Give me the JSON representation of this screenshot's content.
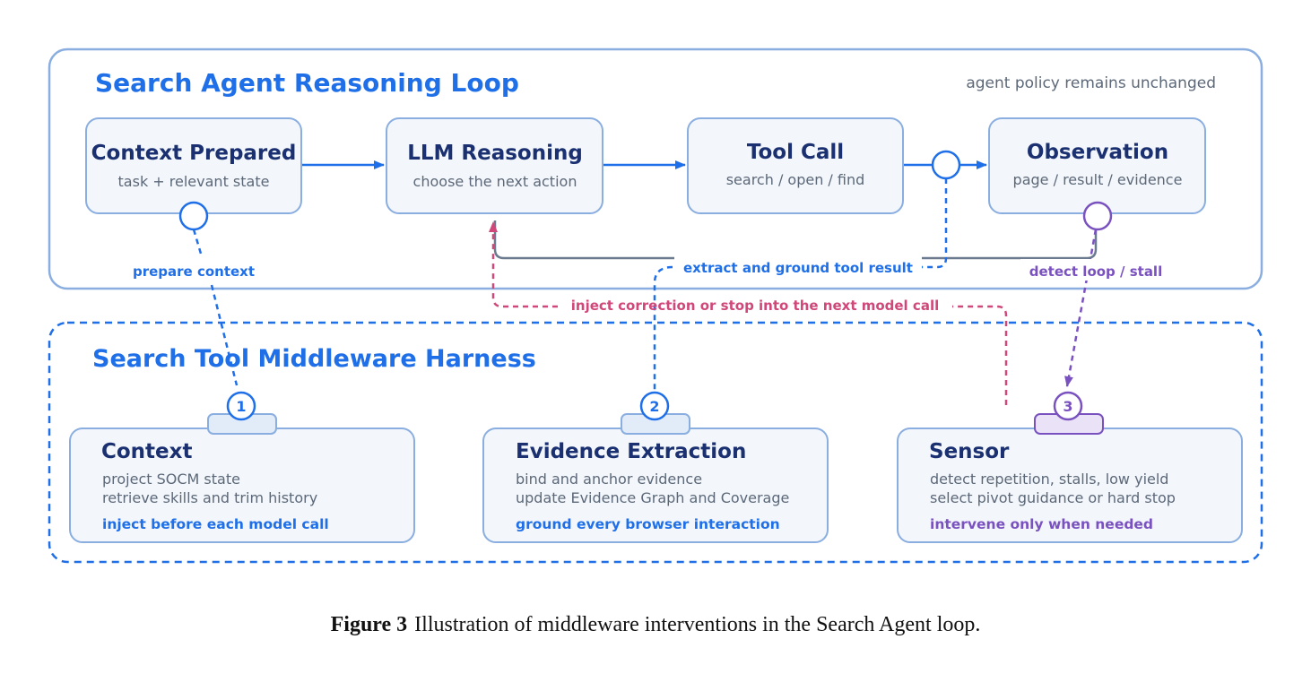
{
  "colors": {
    "blue": "#1f6fe8",
    "dark_blue": "#1a3070",
    "pink": "#d0487a",
    "purple": "#7a52c0",
    "gray_text": "#5c6878",
    "frame": "#8aaee0",
    "card_fill": "#f3f7fc",
    "gray_arrow": "#6c7a90"
  },
  "loop": {
    "title": "Search Agent Reasoning Loop",
    "note": "agent policy remains unchanged",
    "stages": [
      {
        "title": "Context Prepared",
        "subtitle": "task + relevant state"
      },
      {
        "title": "LLM Reasoning",
        "subtitle": "choose the next action"
      },
      {
        "title": "Tool Call",
        "subtitle": "search / open / find"
      },
      {
        "title": "Observation",
        "subtitle": "page / result / evidence"
      }
    ]
  },
  "links": {
    "prepare": "prepare context",
    "extract": "extract and ground tool result",
    "detect": "detect loop / stall",
    "inject": "inject correction or stop into the next model call"
  },
  "harness": {
    "title": "Search Tool Middleware Harness",
    "modules": [
      {
        "number": "1",
        "title": "Context",
        "lines": [
          "project SOCM state",
          "retrieve skills and trim history"
        ],
        "tagline": "inject before each model call"
      },
      {
        "number": "2",
        "title": "Evidence Extraction",
        "lines": [
          "bind and anchor evidence",
          "update Evidence Graph and Coverage"
        ],
        "tagline": "ground every browser interaction"
      },
      {
        "number": "3",
        "title": "Sensor",
        "lines": [
          "detect repetition, stalls, low yield",
          "select pivot guidance or hard stop"
        ],
        "tagline": "intervene only when needed"
      }
    ]
  },
  "caption": {
    "label": "Figure 3",
    "text": "Illustration of middleware interventions in the Search Agent loop."
  }
}
